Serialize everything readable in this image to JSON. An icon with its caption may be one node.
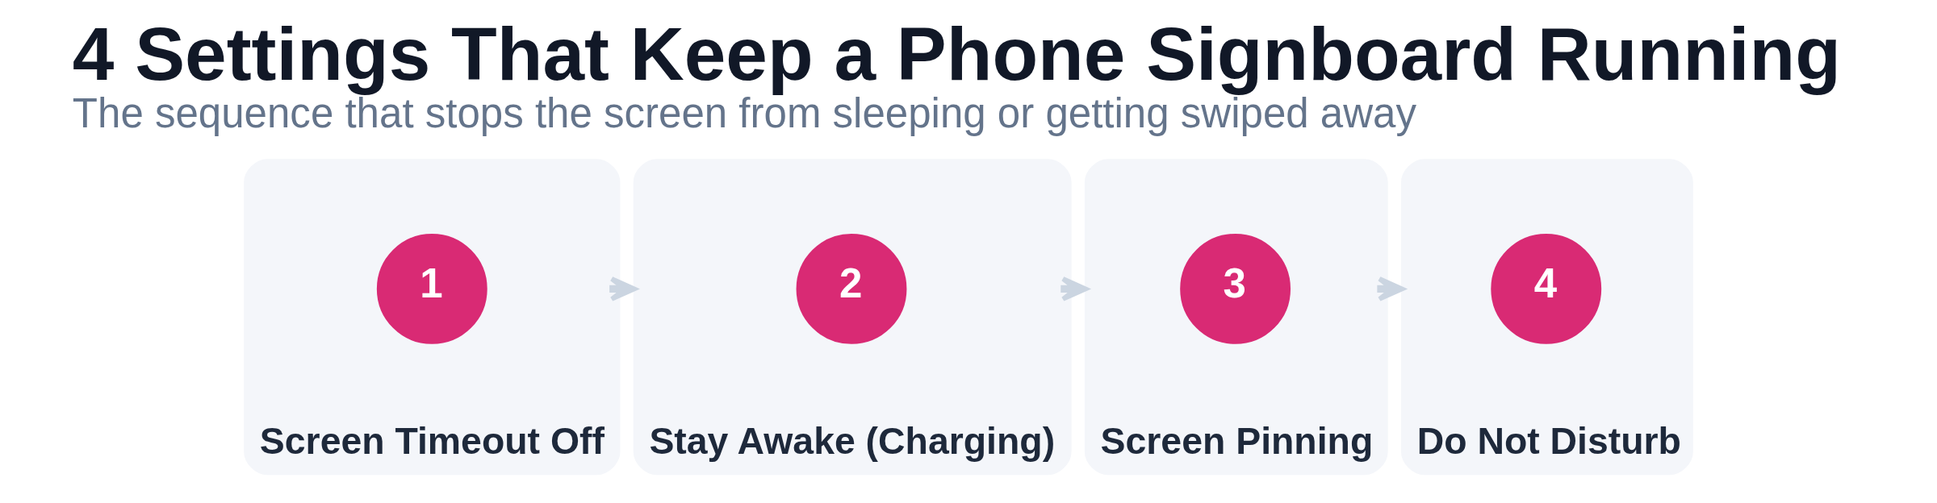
{
  "diagram": {
    "title": "4 Settings That Keep a Phone Signboard Running",
    "caption": "The sequence that stops the screen from sleeping or getting swiped away",
    "nodes": [
      {
        "text": [
          "Screen Timeout Off"
        ]
      },
      {
        "text": [
          "1"
        ],
        "in": 0
      },
      {
        "text": [
          "Stay Awake (Charging)"
        ]
      },
      {
        "text": [
          "2"
        ],
        "in": 2
      },
      {
        "text": [
          "Screen Pinning"
        ]
      },
      {
        "text": [
          "3"
        ],
        "in": 4
      },
      {
        "text": [
          "Do Not Disturb"
        ]
      },
      {
        "text": [
          "4"
        ],
        "in": 6
      }
    ],
    "edges": [
      {
        "from": 0,
        "to": 2,
        "arrow": "to"
      },
      {
        "from": 2,
        "to": 4,
        "arrow": "to"
      },
      {
        "from": 4,
        "to": 6,
        "arrow": "to"
      }
    ]
  }
}
